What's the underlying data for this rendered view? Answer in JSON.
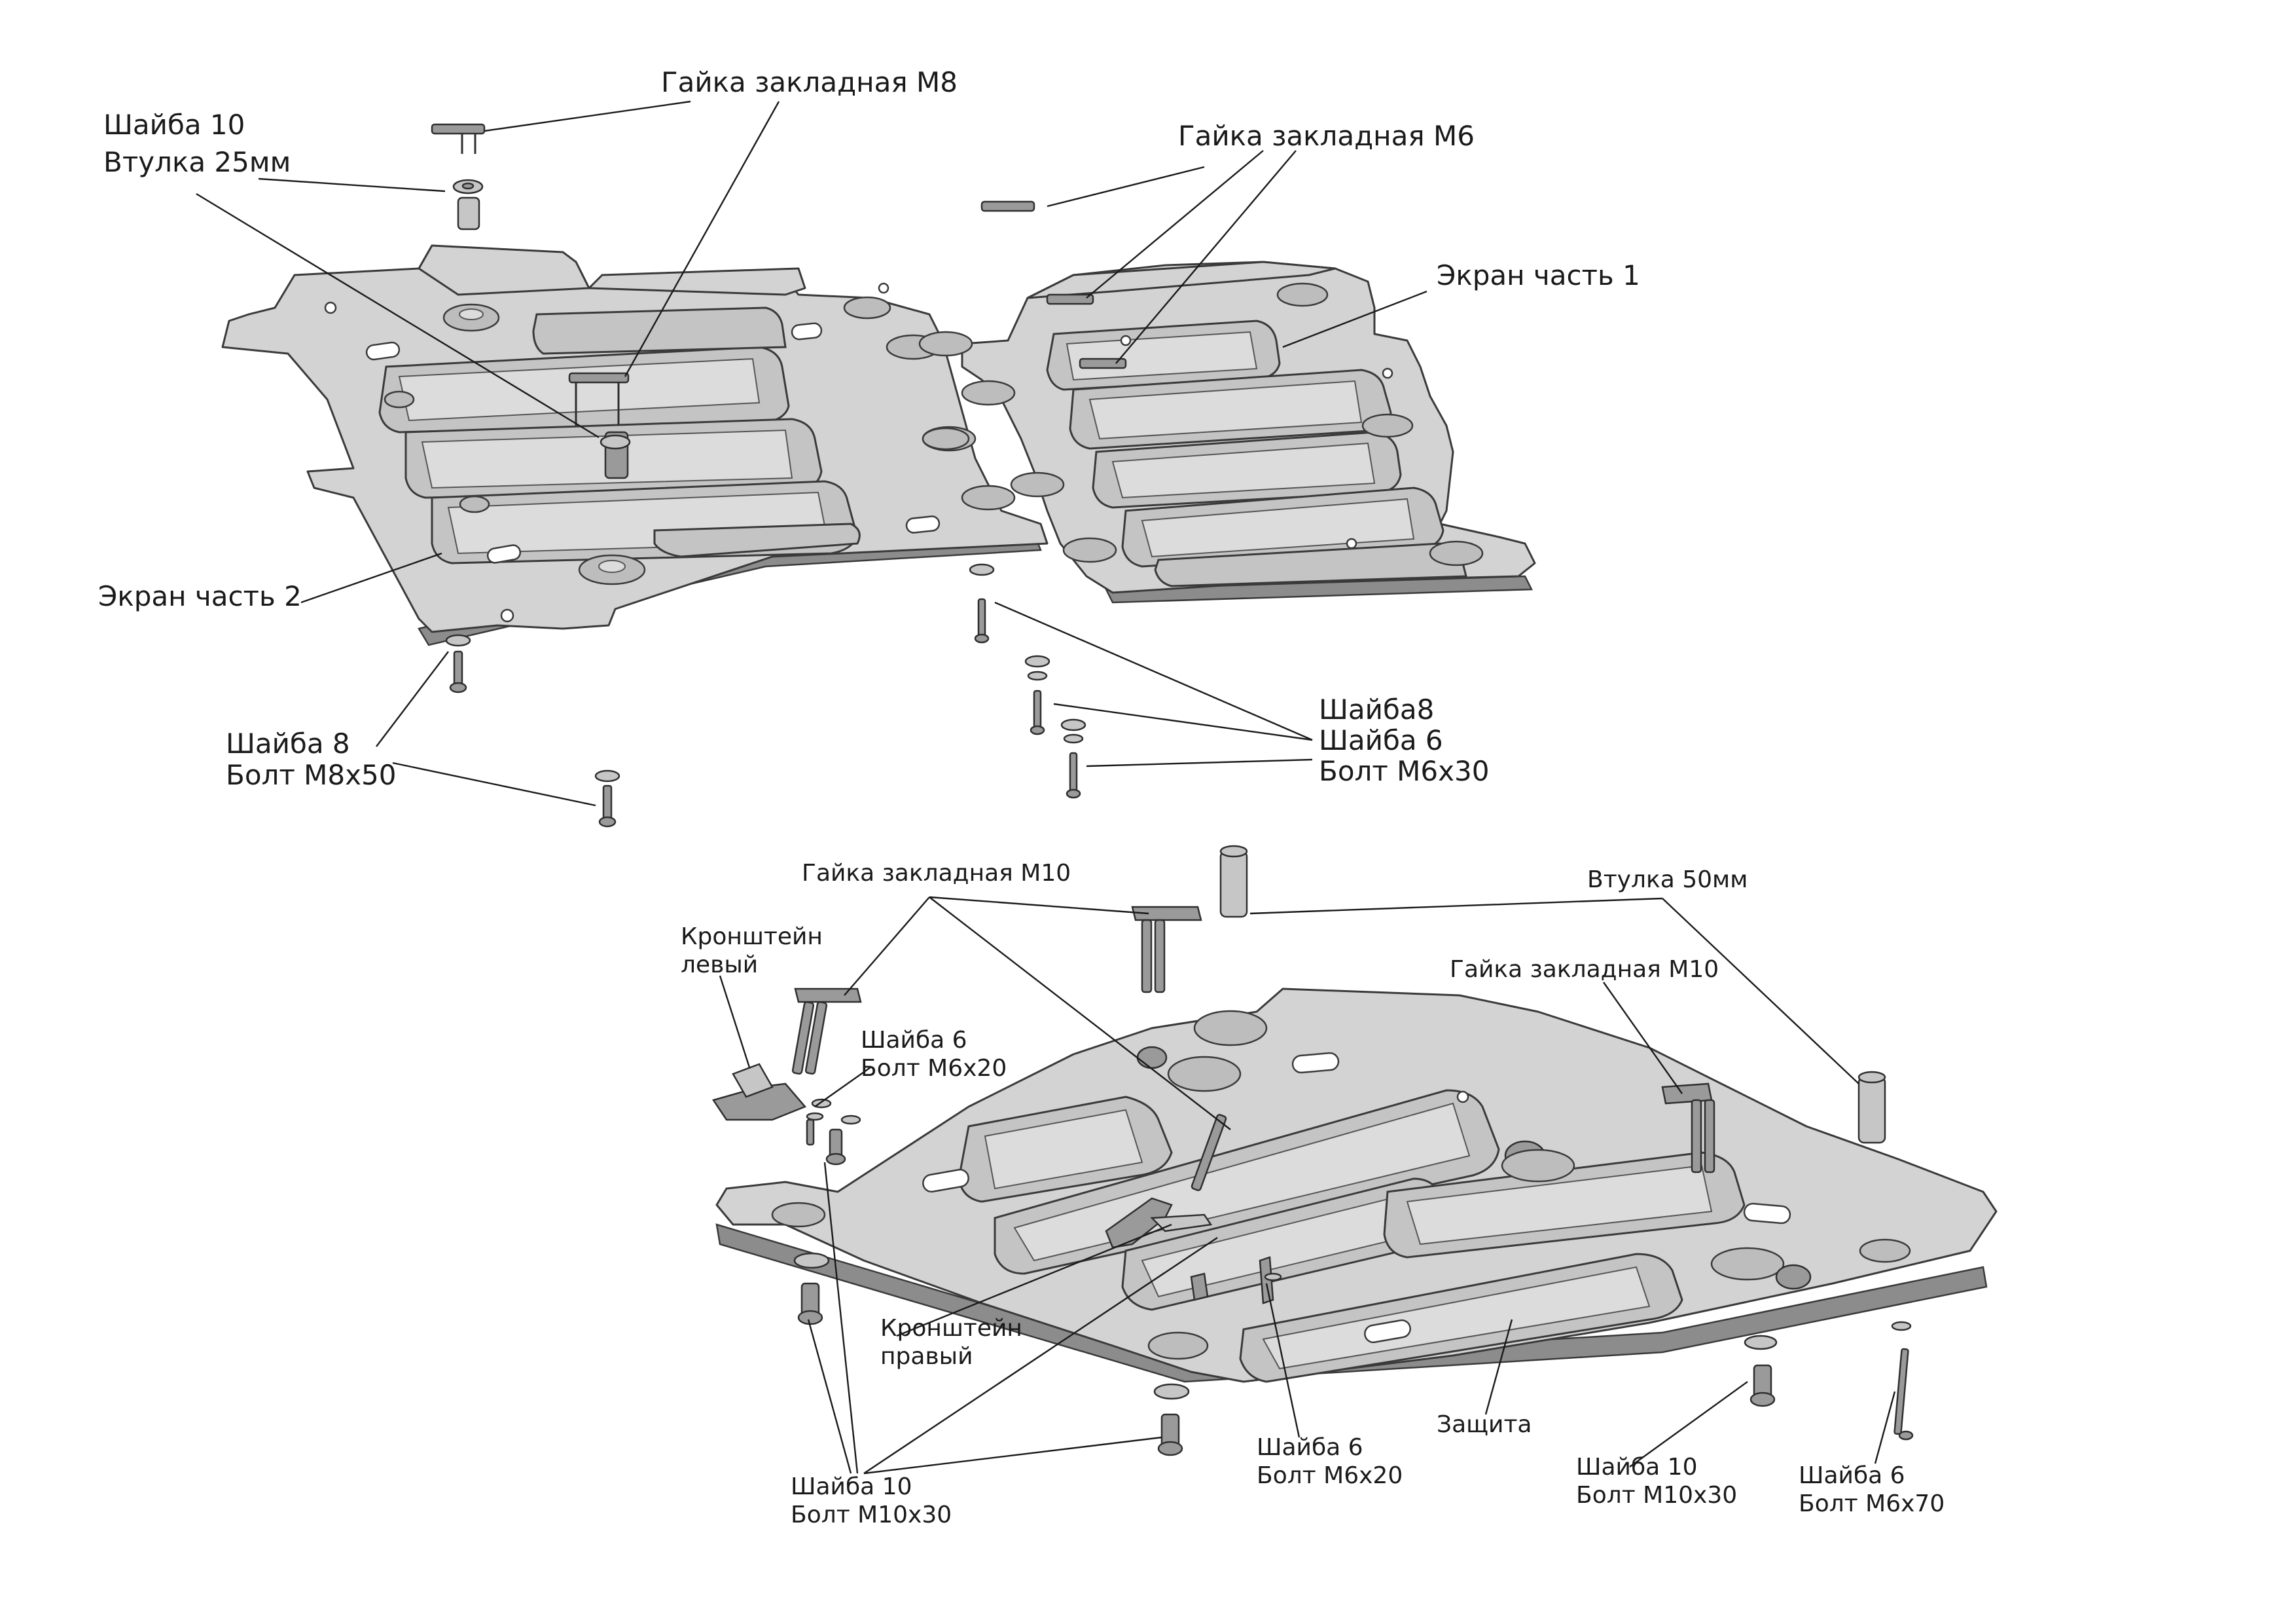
{
  "labels": {
    "nut_m8": "Гайка закладная М8",
    "washer10_bushing25_line1": "Шайба 10",
    "washer10_bushing25_line2": "Втулка 25мм",
    "nut_m6": "Гайка закладная М6",
    "screen_part1": "Экран часть 1",
    "screen_part2": "Экран часть 2",
    "washer8_bolt_m8x50_line1": "Шайба 8",
    "washer8_bolt_m8x50_line2": "Болт М8х50",
    "washer8_group_line1": "Шайба8",
    "washer8_group_line2": "Шайба 6",
    "washer8_group_line3": "Болт М6х30",
    "nut_m10_top": "Гайка закладная М10",
    "bushing_50": "Втулка 50мм",
    "bracket_left_line1": "Кронштейн",
    "bracket_left_line2": "левый",
    "washer6_m6x20_left_line1": "Шайба 6",
    "washer6_m6x20_left_line2": "Болт М6х20",
    "nut_m10_right": "Гайка закладная М10",
    "bracket_right_line1": "Кронштейн",
    "bracket_right_line2": "правый",
    "washer10_m10x30_left_line1": "Шайба 10",
    "washer10_m10x30_left_line2": "Болт М10х30",
    "washer6_m6x20_center_line1": "Шайба 6",
    "washer6_m6x20_center_line2": "Болт М6х20",
    "protection": "Защита",
    "washer10_m10x30_right_line1": "Шайба 10",
    "washer10_m10x30_right_line2": "Болт М10х30",
    "washer6_m6x70_line1": "Шайба 6",
    "washer6_m6x70_line2": "Болт М6х70"
  },
  "colors": {
    "line": "#1a1a1a",
    "metal": "#d3d3d3",
    "metal_dark": "#8c8c8c"
  }
}
